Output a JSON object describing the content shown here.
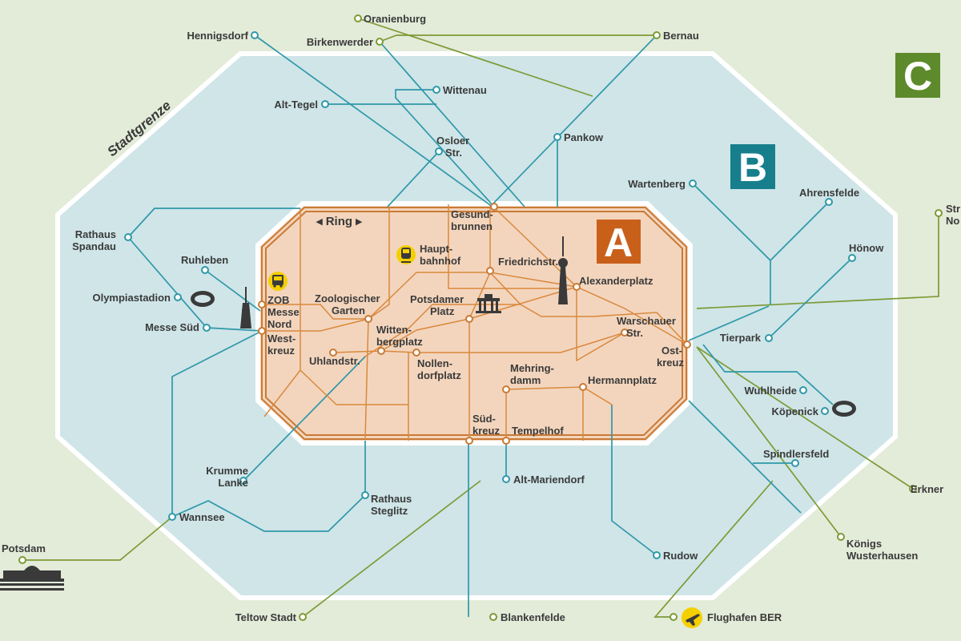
{
  "colors": {
    "background": "#e3ebd9",
    "zone_b": "#cfe5e8",
    "zone_a": "#f3d5bd",
    "ring_line": "#c97a35",
    "s_bahn_inner": "#d9893d",
    "s_bahn_outer": "#2f98a9",
    "regional": "#7d9b35",
    "zone_a_badge": "#c9601a",
    "zone_b_badge": "#177f8c",
    "zone_c_badge": "#5d8a2a",
    "icon_yellow": "#f5d000"
  },
  "zones": {
    "a": "A",
    "b": "B",
    "c": "C"
  },
  "labels": {
    "stadtgrenze": "Stadtgrenze",
    "ring": "◂ Ring ▸",
    "zob": "ZOB"
  },
  "icons": [
    "bus-icon",
    "train-icon",
    "brandenburg-gate-icon",
    "tv-tower-icon",
    "radio-tower-icon",
    "stadium-icon",
    "airplane-icon",
    "sanssouci-palace-icon"
  ],
  "stations": {
    "oranienburg": "Oranienburg",
    "hennigsdorf": "Hennigsdorf",
    "birkenwerder": "Birkenwerder",
    "bernau": "Bernau",
    "wittenau": "Wittenau",
    "alt_tegel": "Alt-Tegel",
    "osloer_1": "Osloer",
    "osloer_2": "Str.",
    "pankow": "Pankow",
    "wartenberg": "Wartenberg",
    "ahrensfelde": "Ahrensfelde",
    "strausberg_1": "Str",
    "strausberg_2": "No",
    "hoenow": "Hönow",
    "rathaus_spandau_1": "Rathaus",
    "rathaus_spandau_2": "Spandau",
    "ruhleben": "Ruhleben",
    "olympiastadion": "Olympiastadion",
    "messe_sued": "Messe Süd",
    "gesundbrunnen_1": "Gesund-",
    "gesundbrunnen_2": "brunnen",
    "hauptbahnhof_1": "Haupt-",
    "hauptbahnhof_2": "bahnhof",
    "friedrichstr": "Friedrichstr.",
    "alexanderplatz": "Alexanderplatz",
    "messe_nord_1": "Messe",
    "messe_nord_2": "Nord",
    "zoo_1": "Zoologischer",
    "zoo_2": "Garten",
    "potsdamer_1": "Potsdamer",
    "potsdamer_2": "Platz",
    "westkreuz_1": "West-",
    "westkreuz_2": "kreuz",
    "wittenbergplatz_1": "Witten-",
    "wittenbergplatz_2": "bergplatz",
    "uhlandstr": "Uhlandstr.",
    "nollendorfplatz_1": "Nollen-",
    "nollendorfplatz_2": "dorfplatz",
    "warschauer_1": "Warschauer",
    "warschauer_2": "Str.",
    "ostkreuz_1": "Ost-",
    "ostkreuz_2": "kreuz",
    "tierpark": "Tierpark",
    "mehringdamm_1": "Mehring-",
    "mehringdamm_2": "damm",
    "hermannplatz": "Hermannplatz",
    "wuhlheide": "Wuhlheide",
    "koepenick": "Köpenick",
    "suedkreuz_1": "Süd-",
    "suedkreuz_2": "kreuz",
    "tempelhof": "Tempelhof",
    "krumme_lanke_1": "Krumme",
    "krumme_lanke_2": "Lanke",
    "alt_mariendorf": "Alt-Mariendorf",
    "spindlersfeld": "Spindlersfeld",
    "erkner": "Erkner",
    "rathaus_steglitz_1": "Rathaus",
    "rathaus_steglitz_2": "Steglitz",
    "wannsee": "Wannsee",
    "potsdam": "Potsdam",
    "koenigs_1": "Königs",
    "koenigs_2": "Wusterhausen",
    "rudow": "Rudow",
    "teltow": "Teltow Stadt",
    "blankenfelde": "Blankenfelde",
    "flughafen": "Flughafen BER"
  }
}
